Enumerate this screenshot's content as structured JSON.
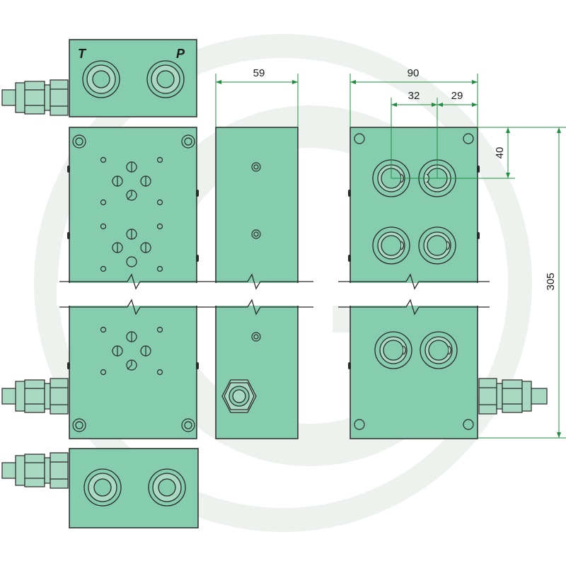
{
  "colors": {
    "block_fill": "#86cdb0",
    "block_fill_shade": "#79c2a4",
    "outline": "#2a2a2a",
    "dimension_line": "#1f8f3f",
    "watermark": "#eef2ef",
    "fitting_fill": "#a9d9c2"
  },
  "ports": {
    "t_label": "T",
    "p_label": "P"
  },
  "dimensions": {
    "side_width": "59",
    "end_width": "90",
    "port_spacing": "32",
    "port_edge_offset": "29",
    "port_top_offset": "40",
    "overall_height": "305"
  },
  "views": {
    "top_end_plate": "top view of end plate with T and P ports",
    "front": "front face with valve mounting pattern",
    "side": "side view",
    "rear": "rear face with port pairs",
    "bottom_end_plate": "bottom end plate with two ports"
  },
  "icons": {
    "watermark": "circular-logo-watermark",
    "fitting": "hex-fitting-icon",
    "break": "break-line-icon"
  }
}
